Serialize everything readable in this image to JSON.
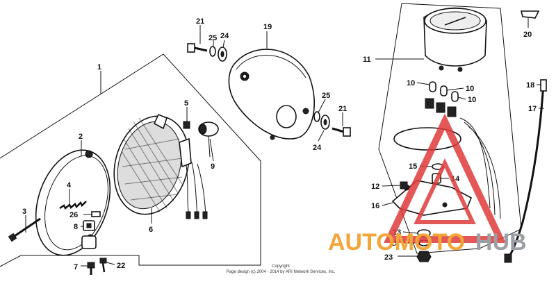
{
  "callouts": [
    {
      "id": "c1",
      "text": "1"
    },
    {
      "id": "c2",
      "text": "2"
    },
    {
      "id": "c3",
      "text": "3"
    },
    {
      "id": "c4",
      "text": "4"
    },
    {
      "id": "c5",
      "text": "5"
    },
    {
      "id": "c6",
      "text": "6"
    },
    {
      "id": "c7",
      "text": "7"
    },
    {
      "id": "c8",
      "text": "8"
    },
    {
      "id": "c9",
      "text": "9"
    },
    {
      "id": "c10a",
      "text": "10"
    },
    {
      "id": "c10b",
      "text": "10"
    },
    {
      "id": "c10c",
      "text": "10"
    },
    {
      "id": "c11",
      "text": "11"
    },
    {
      "id": "c12",
      "text": "12"
    },
    {
      "id": "c13",
      "text": "13"
    },
    {
      "id": "c14",
      "text": "14"
    },
    {
      "id": "c15a",
      "text": "15"
    },
    {
      "id": "c15b",
      "text": "15"
    },
    {
      "id": "c16",
      "text": "16"
    },
    {
      "id": "c17",
      "text": "17"
    },
    {
      "id": "c18",
      "text": "18"
    },
    {
      "id": "c19",
      "text": "19"
    },
    {
      "id": "c20",
      "text": "20"
    },
    {
      "id": "c21a",
      "text": "21"
    },
    {
      "id": "c21b",
      "text": "21"
    },
    {
      "id": "c22",
      "text": "22"
    },
    {
      "id": "c23",
      "text": "23"
    },
    {
      "id": "c24a",
      "text": "24"
    },
    {
      "id": "c24b",
      "text": "24"
    },
    {
      "id": "c25a",
      "text": "25"
    },
    {
      "id": "c25b",
      "text": "25"
    },
    {
      "id": "c26",
      "text": "26"
    }
  ],
  "copyright": {
    "line1": "Copyright",
    "line2": "Page design (c) 2004 - 2014 by ARI Network Services, Inc."
  },
  "watermark": {
    "part1": "AUTOMOTO",
    "part2": "HUB",
    "color_main": "#f2a63a",
    "color_sub": "#9aa0a6",
    "triangle_color": "#e03a3a"
  }
}
